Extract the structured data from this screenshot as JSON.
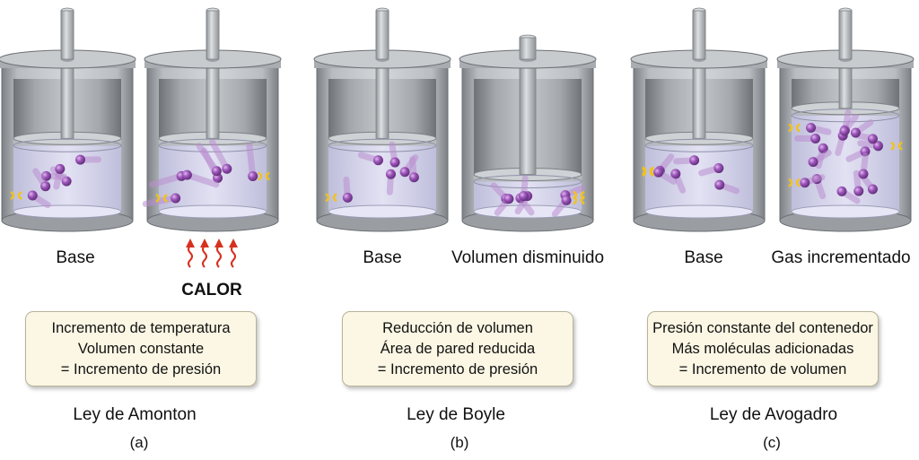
{
  "panels": [
    {
      "cylinders": [
        {
          "label": "Base",
          "gas_fraction": 0.55,
          "molecules": 6
        },
        {
          "label": "",
          "gas_fraction": 0.55,
          "molecules": 7,
          "hot": true
        }
      ],
      "heat_label": "CALOR",
      "box_lines": [
        "Incremento de temperatura",
        "Volumen constante",
        "= Incremento de presión"
      ],
      "law": "Ley de Amonton",
      "letter": "(a)"
    },
    {
      "cylinders": [
        {
          "label": "Base",
          "gas_fraction": 0.55,
          "molecules": 6
        },
        {
          "label": "Volumen disminuido",
          "gas_fraction": 0.25,
          "molecules": 7
        }
      ],
      "box_lines": [
        "Reducción de volumen",
        "Área de pared reducida",
        "= Incremento de presión"
      ],
      "law": "Ley de Boyle",
      "letter": "(b)"
    },
    {
      "cylinders": [
        {
          "label": "Base",
          "gas_fraction": 0.55,
          "molecules": 6
        },
        {
          "label": "Gas incrementado",
          "gas_fraction": 0.8,
          "molecules": 17
        }
      ],
      "box_lines": [
        "Presión constante del contenedor",
        "Más moléculas adicionadas",
        "= Incremento de volumen"
      ],
      "law": "Ley de Avogadro",
      "letter": "(c)"
    }
  ],
  "colors": {
    "cylinder_wall": "#9ea2a6",
    "gas": "#d9d8f0",
    "molecule": "#8a4aa6",
    "impact": "#f2c318",
    "heat_arrow": "#d6311f"
  }
}
